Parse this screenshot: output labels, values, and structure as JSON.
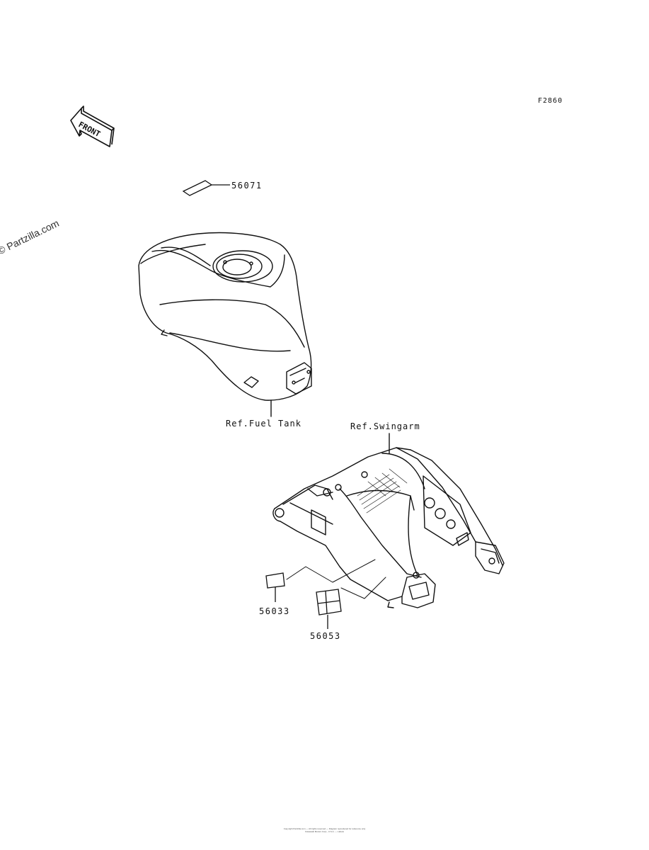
{
  "diagram": {
    "figure_code": "F2860",
    "front_arrow_text": "FRONT",
    "watermark": "© Partzilla.com",
    "parts": [
      {
        "number": "56071"
      },
      {
        "number": "56033"
      },
      {
        "number": "56053"
      }
    ],
    "refs": [
      {
        "text": "Ref.Fuel Tank"
      },
      {
        "text": "Ref.Swingarm"
      }
    ],
    "footer_line1": "Copyright Partzilla.com — All rights reserved — Diagram reproduced for reference only",
    "footer_line2": "Kawasaki Motors Corp., U.S.A. — Labels"
  }
}
